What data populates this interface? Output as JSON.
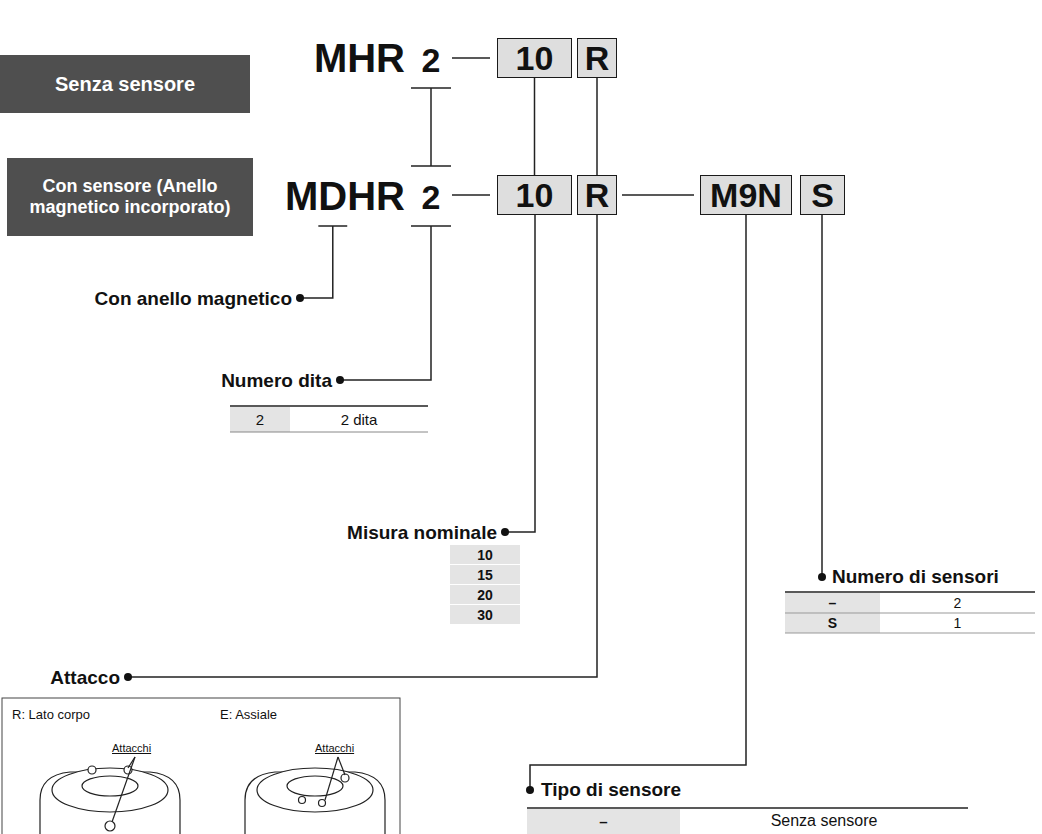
{
  "diagram": {
    "nodes": [
      {
        "text": [
          "Senza sensore"
        ]
      },
      {
        "text": [
          "10"
        ]
      },
      {
        "text": [
          "R"
        ]
      },
      {
        "text": [
          "Con sensore (Anello magnetico incorporato)"
        ]
      },
      {
        "text": [
          "10"
        ]
      },
      {
        "text": [
          "R"
        ]
      },
      {
        "text": [
          "M9N"
        ]
      },
      {
        "text": [
          "S"
        ]
      }
    ],
    "edges": [
      {
        "from": 1,
        "to": 4,
        "arrow": "none"
      },
      {
        "from": 2,
        "to": 5,
        "arrow": "none"
      }
    ],
    "labels": [
      "MHR",
      "2",
      "MDHR",
      "2",
      "Con anello magnetico",
      "Numero dita",
      "2",
      "2 dita",
      "Misura nominale",
      "10",
      "15",
      "20",
      "30",
      "Attacco",
      "R: Lato corpo",
      "E: Assiale",
      "Attacchi",
      "Attacchi",
      "Tipo di sensore",
      "–",
      "Senza sensore",
      "Numero di sensori",
      "–",
      "2",
      "S",
      "1"
    ]
  }
}
